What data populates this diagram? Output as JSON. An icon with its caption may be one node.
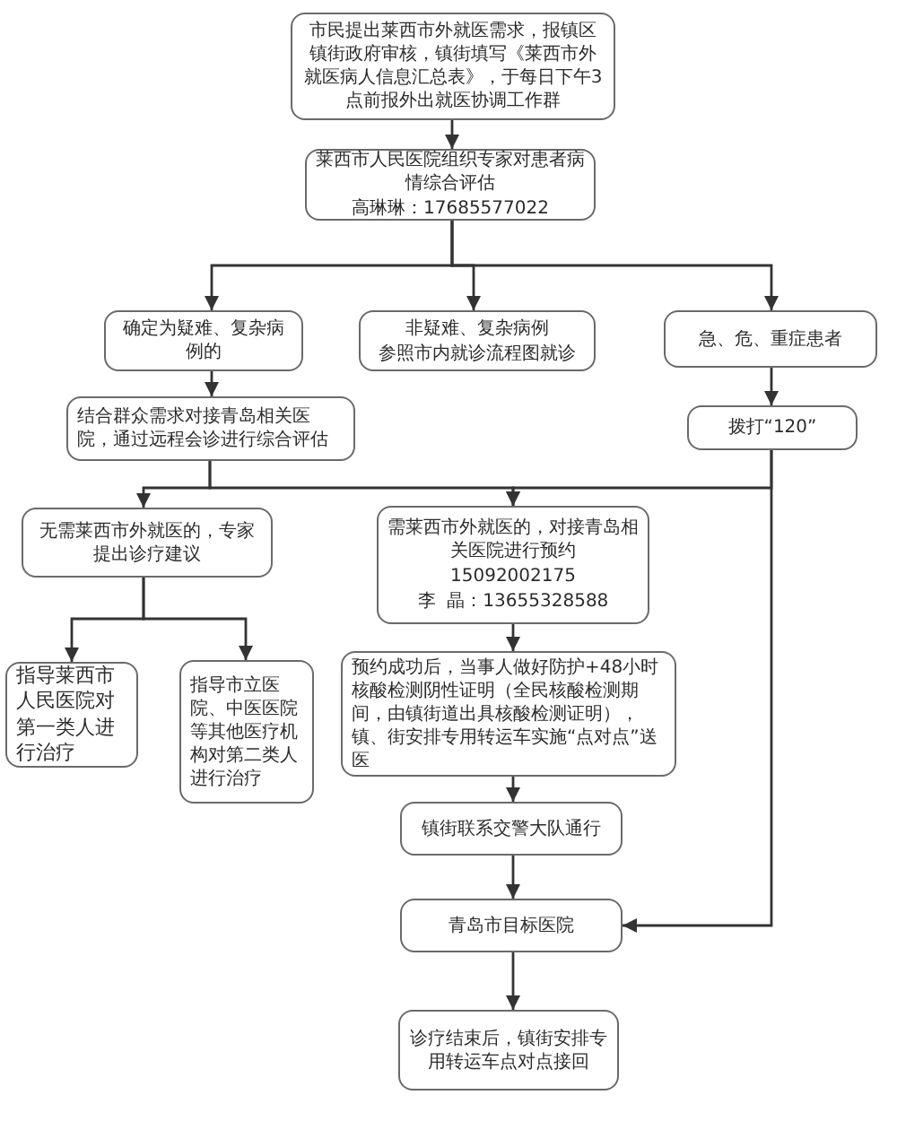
{
  "diagram": {
    "nodes": [
      {
        "text": [
          "市民提出莱西市外就医需求，报镇区镇街政府审核，镇街填写《莱西市外就医病人信息汇总表》，于每日下午3点前报外出就医协调工作群"
        ]
      },
      {
        "text": [
          "莱西市人民医院组织专家对患者病情综合评估",
          "高琳琳：17685577022"
        ]
      },
      {
        "text": [
          "确定为疑难、复杂病例的"
        ]
      },
      {
        "text": [
          "非疑难、复杂病例",
          "参照市内就诊流程图就诊"
        ]
      },
      {
        "text": [
          "急、危、重症患者"
        ]
      },
      {
        "text": [
          "结合群众需求对接青岛相关医院，通过远程会诊进行综合评估"
        ]
      },
      {
        "text": [
          "拨打“120”"
        ]
      },
      {
        "text": [
          "无需莱西市外就医的，专家提出诊疗建议"
        ]
      },
      {
        "text": [
          "需莱西市外就医的，对接青岛相关医院进行预约",
          "15092002175",
          "李  晶：13655328588"
        ]
      },
      {
        "text": [
          "指导莱西市人民医院对第一类人进行治疗"
        ]
      },
      {
        "text": [
          "指导市立医院、中医医院等其他医疗机构对第二类人进行治疗"
        ]
      },
      {
        "text": [
          "预约成功后，当事人做好防护+48小时核酸检测阴性证明（全民核酸检测期间，由镇街道出具核酸检测证明），镇、街安排专用转运车实施“点对点”送医"
        ]
      },
      {
        "text": [
          "镇街联系交警大队通行"
        ]
      },
      {
        "text": [
          "青岛市目标医院"
        ]
      },
      {
        "text": [
          "诊疗结束后，镇街安排专用转运车点对点接回"
        ]
      }
    ],
    "edges": [
      {
        "from": 0,
        "to": 1,
        "arrow": "to"
      },
      {
        "from": 1,
        "to": 2,
        "arrow": "to"
      },
      {
        "from": 1,
        "to": 3,
        "arrow": "to"
      },
      {
        "from": 1,
        "to": 4,
        "arrow": "to"
      },
      {
        "from": 2,
        "to": 5,
        "arrow": "to"
      },
      {
        "from": 4,
        "to": 6,
        "arrow": "to"
      },
      {
        "from": 5,
        "to": 7,
        "arrow": "to"
      },
      {
        "from": 5,
        "to": 8,
        "arrow": "to"
      },
      {
        "from": 6,
        "to": 8,
        "arrow": "to"
      },
      {
        "from": 6,
        "to": 13,
        "arrow": "to"
      },
      {
        "from": 7,
        "to": 9,
        "arrow": "to"
      },
      {
        "from": 7,
        "to": 10,
        "arrow": "to"
      },
      {
        "from": 8,
        "to": 11,
        "arrow": "to"
      },
      {
        "from": 11,
        "to": 12,
        "arrow": "to"
      },
      {
        "from": 12,
        "to": 13,
        "arrow": "to"
      },
      {
        "from": 13,
        "to": 14,
        "arrow": "to"
      }
    ]
  }
}
